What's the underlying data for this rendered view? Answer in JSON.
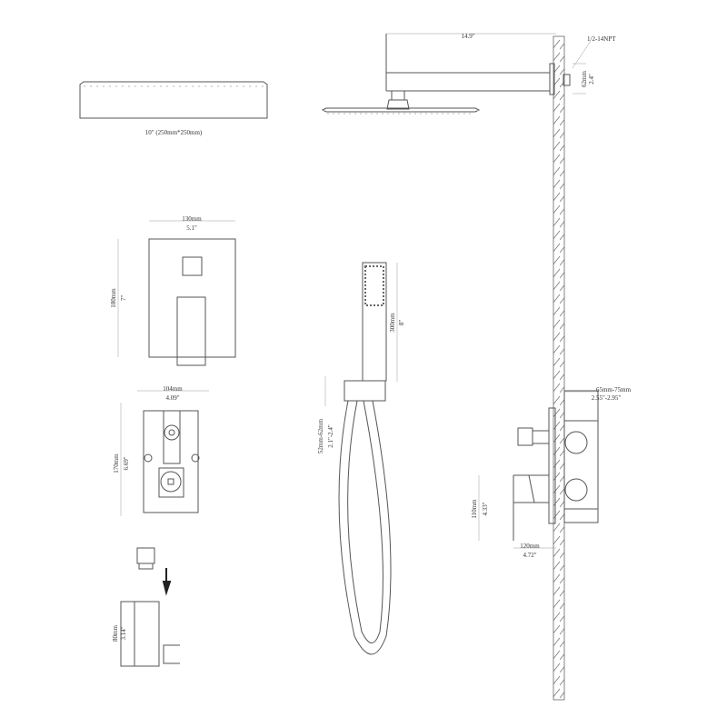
{
  "shower_head": {
    "size": "10\" (250mm*250mm)"
  },
  "shower_arm": {
    "length": "14.9\"",
    "thread": "1/2-14NPT",
    "flange_mm": "62mm",
    "flange_in": "2.4\""
  },
  "trim_plate": {
    "width_mm": "130mm",
    "width_in": "5.1\"",
    "height_mm": "180mm",
    "height_in": "7\""
  },
  "valve_body": {
    "width_mm": "104mm",
    "width_in": "4.09\"",
    "height_mm": "170mm",
    "height_in": "6.69\""
  },
  "hand_shower": {
    "length_mm": "300mm",
    "length_in": "8\"",
    "holder_mm": "52mm-62mm",
    "holder_in": "2.1\"-2.4\""
  },
  "holder_bracket": {
    "height_mm": "80mm",
    "height_in": "3.14\""
  },
  "valve_side": {
    "depth_mm": "65mm-75mm",
    "depth_in": "2.55\"-2.95\"",
    "handle_h_mm": "110mm",
    "handle_h_in": "4.33\"",
    "handle_d_mm": "120mm",
    "handle_d_in": "4.72\""
  }
}
